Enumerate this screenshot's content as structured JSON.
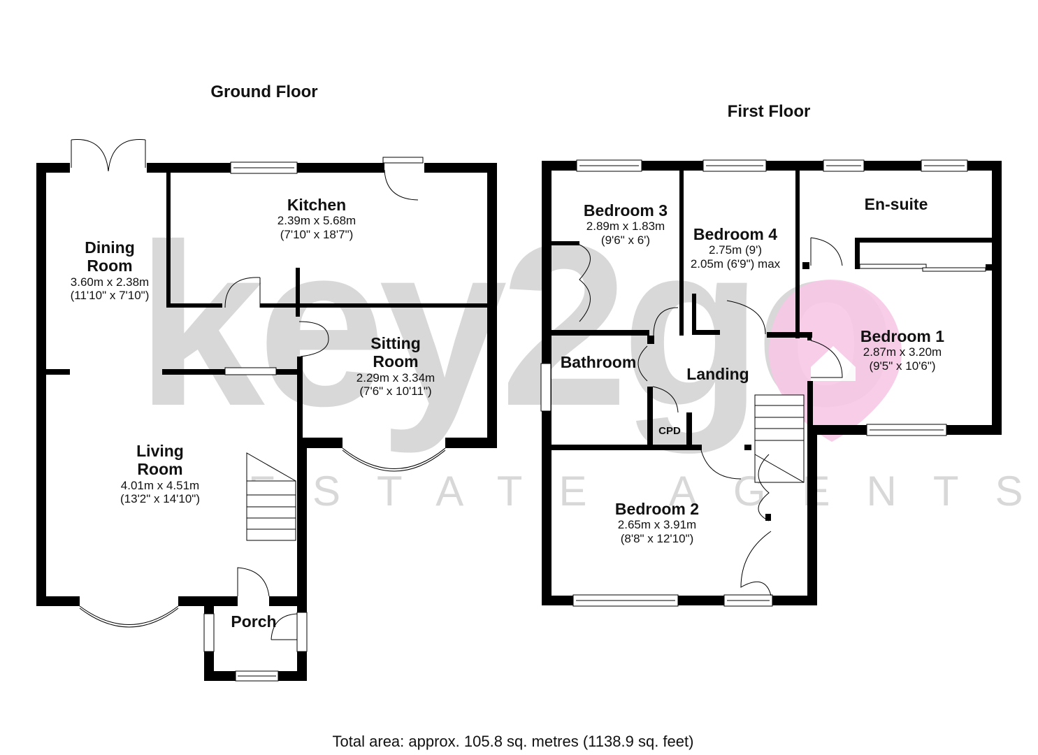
{
  "watermark": {
    "brand": "key2go",
    "tagline": "ESTATE AGENTS",
    "gray": "#d9d9d9",
    "pink": "#f7c8e6"
  },
  "ground_floor": {
    "title": "Ground Floor",
    "rooms": [
      {
        "name": "Kitchen",
        "metric": "2.39m x 5.68m",
        "imperial": "(7'10\" x 18'7\")"
      },
      {
        "name_line1": "Dining",
        "name_line2": "Room",
        "metric": "3.60m x 2.38m",
        "imperial": "(11'10\" x 7'10\")"
      },
      {
        "name_line1": "Sitting",
        "name_line2": "Room",
        "metric": "2.29m x 3.34m",
        "imperial": "(7'6\" x 10'11\")"
      },
      {
        "name_line1": "Living",
        "name_line2": "Room",
        "metric": "4.01m x 4.51m",
        "imperial": "(13'2\" x 14'10\")"
      },
      {
        "name": "Porch"
      }
    ]
  },
  "first_floor": {
    "title": "First Floor",
    "rooms": [
      {
        "name": "Bedroom 3",
        "metric": "2.89m x 1.83m",
        "imperial": "(9'6\" x 6')"
      },
      {
        "name": "Bedroom 4",
        "metric": "2.75m (9')",
        "imperial": "2.05m (6'9\") max"
      },
      {
        "name": "En-suite"
      },
      {
        "name": "Bedroom 1",
        "metric": "2.87m x 3.20m",
        "imperial": "(9'5\" x 10'6\")"
      },
      {
        "name": "Bathroom"
      },
      {
        "name": "Landing"
      },
      {
        "name": "CPD"
      },
      {
        "name": "Bedroom 2",
        "metric": "2.65m x 3.91m",
        "imperial": "(8'8\" x 12'10\")"
      }
    ]
  },
  "footer": {
    "total_area": "Total area: approx. 105.8 sq. metres (1138.9 sq. feet)"
  },
  "colors": {
    "wall": "#000000",
    "background": "#ffffff"
  }
}
